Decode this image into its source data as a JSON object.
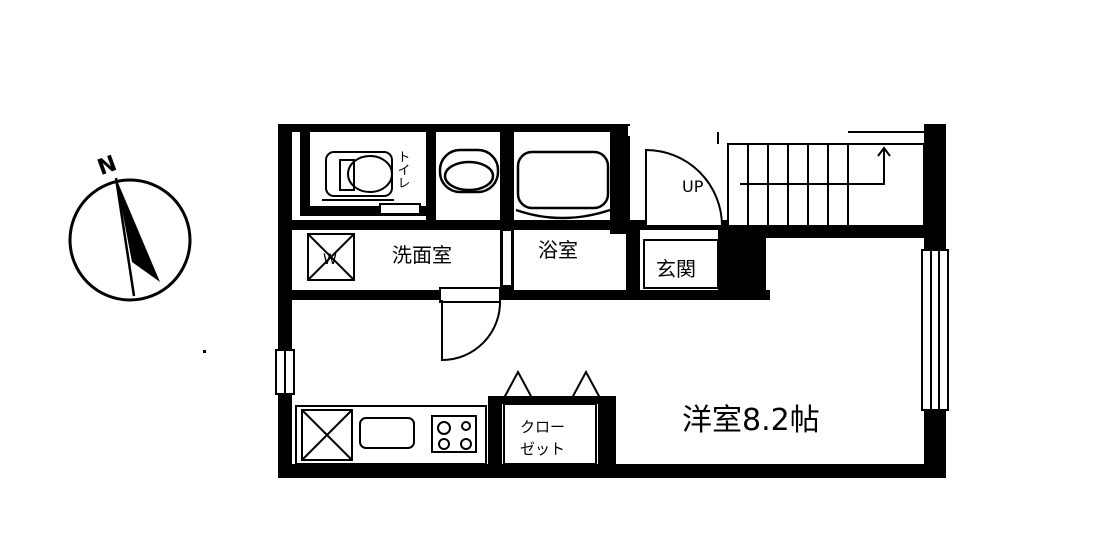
{
  "compass": {
    "north_label": "N"
  },
  "floorplan": {
    "rooms": {
      "toilet": "トイレ",
      "washroom": "洗面室",
      "bath": "浴室",
      "entrance": "玄関",
      "western_room": "洋室8.2帖",
      "closet_line1": "クロー",
      "closet_line2": "ゼット"
    },
    "stairs_label": "UP"
  }
}
